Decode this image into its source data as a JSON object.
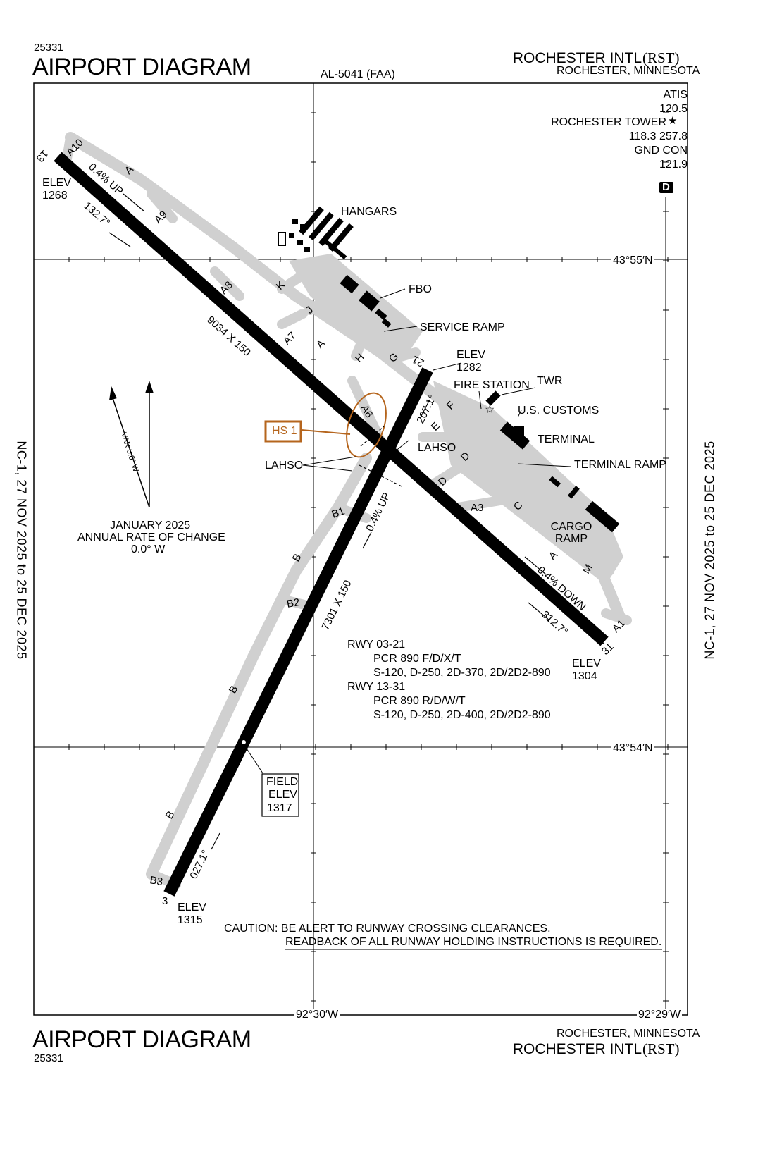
{
  "header": {
    "id_top": "25331",
    "title_top": "AIRPORT DIAGRAM",
    "procedure": "AL-5041 (FAA)",
    "airport_name": "ROCHESTER INTL",
    "airport_id": "(RST)",
    "city_state": "ROCHESTER, MINNESOTA"
  },
  "footer": {
    "id_bottom": "25331",
    "title_bottom": "AIRPORT DIAGRAM",
    "airport_name": "ROCHESTER INTL",
    "airport_id": "(RST)",
    "city_state": "ROCHESTER, MINNESOTA"
  },
  "side_text": {
    "left": "NC-1,  27 NOV 2025  to  25 DEC 2025",
    "right": "NC-1,  27 NOV 2025  to  25 DEC 2025"
  },
  "frequencies": {
    "atis_label": "ATIS",
    "atis_freq": "120.5",
    "tower_label": "ROCHESTER TOWER",
    "tower_star": "★",
    "tower_freq": "118.3 257.8",
    "gnd_label": "GND CON",
    "gnd_freq": "121.9",
    "d_symbol": "D"
  },
  "coordinates": {
    "lat_north": "43°55′N",
    "lat_south": "43°54′N",
    "lon_west": "92°30′W",
    "lon_east": "92°29′W"
  },
  "magnetic": {
    "var": "VAR 0.6° W",
    "date": "JANUARY 2025",
    "rate_label": "ANNUAL RATE OF CHANGE",
    "rate_value": "0.0° W"
  },
  "runways": {
    "rwy13_31": {
      "end13": "13",
      "end31": "31",
      "dims": "9034 X 150",
      "elev13_label": "ELEV",
      "elev13": "1268",
      "elev31_label": "ELEV",
      "elev31": "1304",
      "heading13": "132.7°",
      "heading31": "312.7°",
      "gradient13": "0.4% UP",
      "gradient31": "0.4% DOWN"
    },
    "rwy03_21": {
      "end03": "3",
      "end21": "21",
      "dims": "7301 X 150",
      "elev03_label": "ELEV",
      "elev03": "1315",
      "elev21_label": "ELEV",
      "elev21": "1282",
      "heading03": "027.1°",
      "heading21": "207.1°",
      "gradient": "0.4% UP"
    }
  },
  "taxiways": [
    "A10",
    "A",
    "A9",
    "A8",
    "A7",
    "K",
    "J",
    "A",
    "H",
    "G",
    "F",
    "E",
    "A6",
    "D",
    "D",
    "A3",
    "C",
    "A",
    "M",
    "A1",
    "B1",
    "B",
    "B2",
    "B",
    "B",
    "B3"
  ],
  "labels": {
    "hangars": "HANGARS",
    "fbo": "FBO",
    "service_ramp": "SERVICE RAMP",
    "fire_station": "FIRE STATION",
    "twr": "TWR",
    "customs": "U.S. CUSTOMS",
    "terminal": "TERMINAL",
    "terminal_ramp": "TERMINAL RAMP",
    "cargo_ramp": "CARGO RAMP",
    "lahso1": "LAHSO",
    "lahso2": "LAHSO",
    "hs1": "HS 1"
  },
  "field_elev": {
    "label1": "FIELD",
    "label2": "ELEV",
    "value": "1317"
  },
  "pcr": {
    "rwy1": "RWY 03-21",
    "rwy1_pcr": "PCR 890 F/D/X/T",
    "rwy1_wt": "S-120, D-250, 2D-370, 2D/2D2-890",
    "rwy2": "RWY 13-31",
    "rwy2_pcr": "PCR 890 R/D/W/T",
    "rwy2_wt": "S-120, D-250, 2D-400, 2D/2D2-890"
  },
  "caution": {
    "line1": "CAUTION: BE ALERT TO RUNWAY CROSSING CLEARANCES.",
    "line2": "READBACK OF ALL RUNWAY HOLDING INSTRUCTIONS IS REQUIRED."
  },
  "colors": {
    "taxiway": "#d0d0d0",
    "hotspot": "#b5651d",
    "runway": "#000000"
  }
}
